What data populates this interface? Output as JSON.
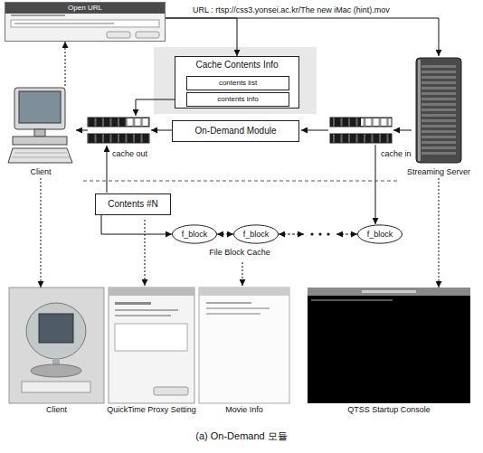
{
  "diagram": {
    "caption": "(a) On-Demand 모듈",
    "nodes": [
      {
        "text": [
          "Open URL"
        ]
      },
      {
        "text": [
          "Cache Contents Info"
        ]
      },
      {
        "text": [
          "contents list"
        ],
        "in": 1
      },
      {
        "text": [
          "contents info"
        ],
        "in": 1
      },
      {
        "text": [
          "Client"
        ]
      },
      {
        "text": [
          "On-Demand Module"
        ]
      },
      {
        "text": [
          "Streaming Server"
        ]
      },
      {
        "text": [
          "Contents #N"
        ]
      },
      {
        "text": [
          "f_block"
        ]
      },
      {
        "text": [
          "f_block"
        ]
      },
      {
        "text": [
          "f_block"
        ]
      },
      {
        "text": [
          "Client"
        ]
      },
      {
        "text": [
          "QuickTime Proxy Setting"
        ]
      },
      {
        "text": [
          "Movie Info"
        ]
      },
      {
        "text": [
          "QTSS Startup Console"
        ]
      }
    ],
    "edges": [
      {
        "from": 0,
        "to": 1,
        "arrow": "to",
        "label": "URL : rtsp://css3.yonsei.ac.kr/The new iMac (hint).mov"
      },
      {
        "from": 0,
        "to": 6,
        "arrow": "to"
      },
      {
        "from": 4,
        "to": 0,
        "arrow": "to"
      },
      {
        "from": 7,
        "to": 8,
        "arrow": "to"
      },
      {
        "from": 8,
        "to": 9,
        "arrow": "both"
      },
      {
        "from": 4,
        "to": 11,
        "arrow": "to"
      },
      {
        "from": 6,
        "to": 14,
        "arrow": "to"
      }
    ],
    "labels": [
      "cache out",
      "cache in",
      "File Block Cache"
    ]
  }
}
